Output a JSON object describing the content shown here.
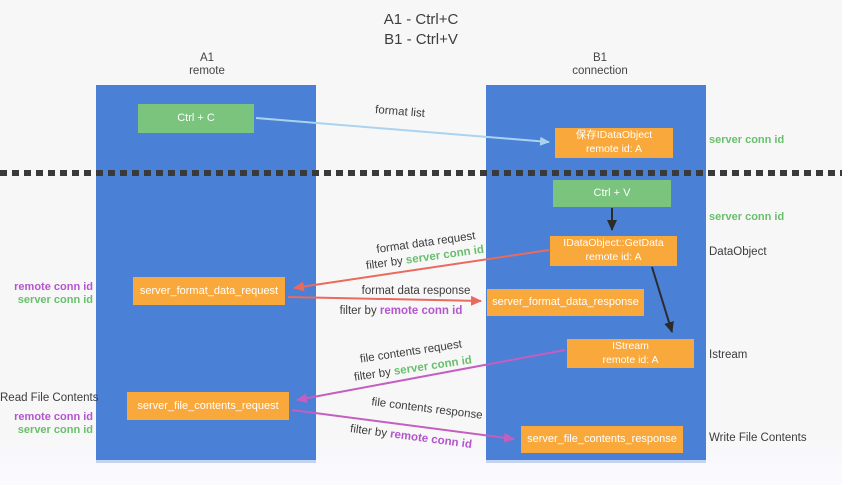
{
  "title": {
    "line1": "A1 - Ctrl+C",
    "line2": "B1 - Ctrl+V"
  },
  "columns": {
    "a1": {
      "name": "A1",
      "subtitle": "remote"
    },
    "b1": {
      "name": "B1",
      "subtitle": "connection"
    }
  },
  "boxes": {
    "ctrl_c": "Ctrl + C",
    "ctrl_v": "Ctrl + V",
    "save_idataobject_line1": "保存IDataObject",
    "save_idataobject_line2": "remote id: A",
    "getdata_line1": "IDataObject::GetData",
    "getdata_line2": "remote id: A",
    "istream_line1": "IStream",
    "istream_line2": "remote id: A",
    "server_format_data_request": "server_format_data_request",
    "server_format_data_response": "server_format_data_response",
    "server_file_contents_request": "server_file_contents_request",
    "server_file_contents_response": "server_file_contents_response"
  },
  "arrow_labels": {
    "format_list": "format list",
    "format_data_request": "format data request",
    "format_data_request_filter_prefix": "filter by",
    "format_data_request_filter_key": "server conn id",
    "format_data_response": "format data response",
    "format_data_response_filter_prefix": "filter by",
    "format_data_response_filter_key": "remote conn id",
    "file_contents_request": "file contents request",
    "file_contents_request_filter_prefix": "filter by",
    "file_contents_request_filter_key": "server conn id",
    "file_contents_response": "file contents response",
    "file_contents_response_filter_prefix": "filter by",
    "file_contents_response_filter_key": "remote conn id"
  },
  "left_labels": {
    "remote_conn_id_1": "remote conn id",
    "server_conn_id_1": "server conn id",
    "read_file_contents": "Read File Contents",
    "remote_conn_id_2": "remote conn id",
    "server_conn_id_2": "server conn id"
  },
  "right_labels": {
    "server_conn_id_1": "server conn id",
    "server_conn_id_2": "server conn id",
    "dataobject": "DataObject",
    "istream": "Istream",
    "write_file_contents": "Write File Contents"
  },
  "colors": {
    "column_blue": "#4a80d5",
    "box_green": "#7ac47d",
    "box_orange": "#f9a83c",
    "arrow_light_blue": "#aad3ef",
    "arrow_salmon": "#e96a5e",
    "arrow_orchid": "#c45ec0",
    "arrow_black": "#2b2b2b",
    "text_green": "#69bf6d",
    "text_purple": "#b455ce"
  }
}
